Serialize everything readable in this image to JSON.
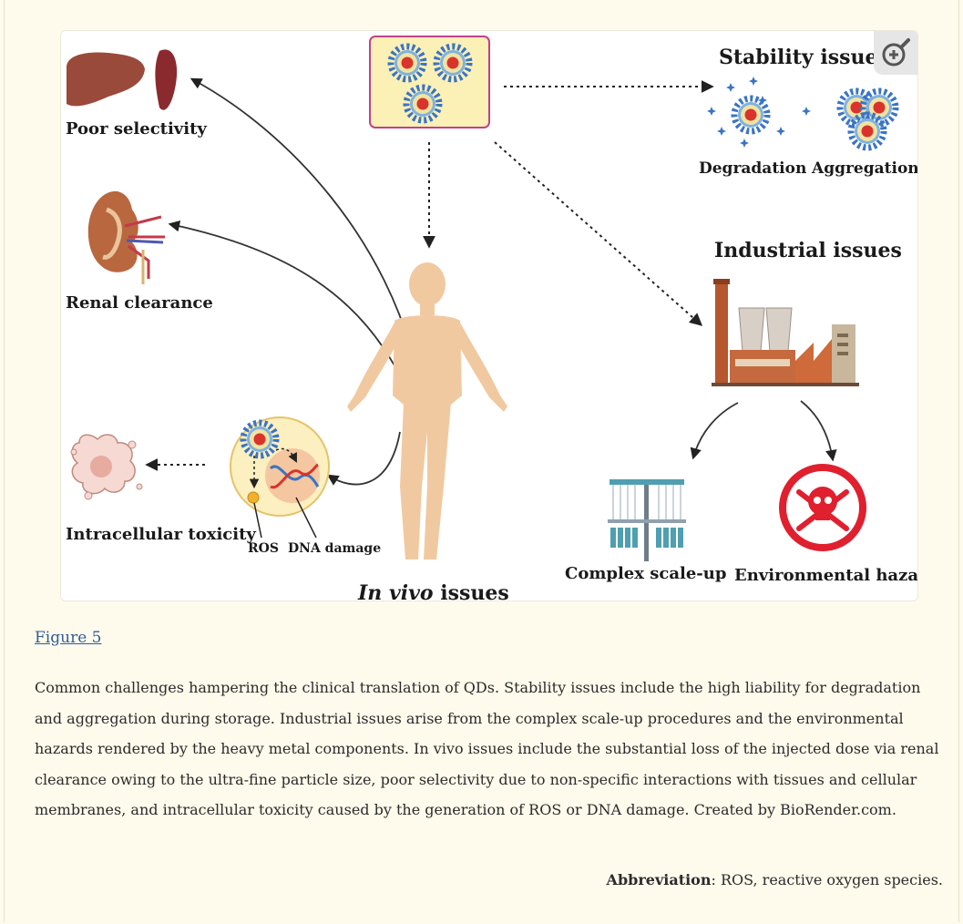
{
  "figure": {
    "labels": {
      "stability_issues": "Stability issues",
      "degradation": "Degradation",
      "aggregation": "Aggregation",
      "industrial_issues": "Industrial issues",
      "complex_scale_up": "Complex scale-up",
      "environmental_hazards": "Environmental hazards",
      "poor_selectivity": "Poor selectivity",
      "renal_clearance": "Renal clearance",
      "intracellular_toxicity": "Intracellular toxicity",
      "ros": "ROS",
      "dna_damage": "DNA damage",
      "in_vivo_italic": "In vivo",
      "in_vivo_rest": " issues"
    },
    "icons": {
      "zoom": "zoom-in-icon",
      "quantum_dots": "quantum-dot-cluster-icon",
      "liver": "liver-icon",
      "spleen": "spleen-icon",
      "kidney": "kidney-icon",
      "cell": "damaged-cell-icon",
      "human": "human-body-icon",
      "factory": "factory-icon",
      "skull": "skull-crossbones-icon",
      "pipette": "multichannel-pipette-icon"
    },
    "colors": {
      "qd_spike": "#3a74c4",
      "qd_ring": "#f2e3a2",
      "qd_core": "#d9332b",
      "box_fill": "#fbf0b6",
      "box_border": "#c0418a",
      "hazard_red": "#e0202e",
      "skin": "#f1c9a0"
    }
  },
  "figure_link": "Figure 5",
  "caption": "Common challenges hampering the clinical translation of QDs. Stability issues include the high liability for degradation and aggregation during storage. Industrial issues arise from the complex scale-up procedures and the environmental hazards rendered by the heavy metal components. In vivo issues include the substantial loss of the injected dose via renal clearance owing to the ultra-fine particle size, poor selectivity due to non-specific interactions with tissues and cellular membranes, and intracellular toxicity caused by the generation of ROS or DNA damage. Created by BioRender.com.",
  "abbreviation": {
    "label": "Abbreviation",
    "text": ": ROS, reactive oxygen species."
  }
}
